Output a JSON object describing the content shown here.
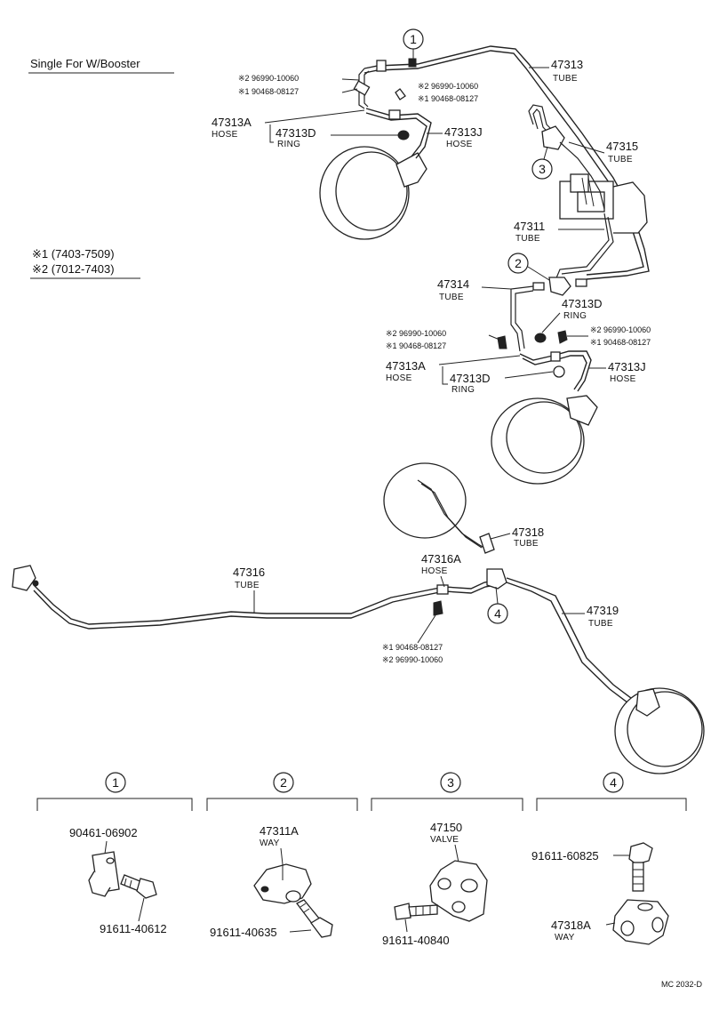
{
  "title": "Single For W/Booster",
  "serials": [
    "※1 (7403-7509)",
    "※2 (7012-7403)"
  ],
  "footer_code": "MC 2032-D",
  "callouts": {
    "c1": "1",
    "c2": "2",
    "c3": "3",
    "c4": "4"
  },
  "labels": {
    "p47313": "47313",
    "p47313_sub": "TUBE",
    "p47315": "47315",
    "p47315_sub": "TUBE",
    "p47311": "47311",
    "p47311_sub": "TUBE",
    "p47314": "47314",
    "p47314_sub": "TUBE",
    "p47313a_top": "47313A",
    "p47313a_top_sub": "HOSE",
    "p47313d_top": "47313D",
    "p47313d_top_sub": "RING",
    "p47313j_top": "47313J",
    "p47313j_top_sub": "HOSE",
    "tl_a1": "※2 96990-10060",
    "tl_a2": "※1 90468-08127",
    "tl_b1": "※2 96990-10060",
    "tl_b2": "※1 90468-08127",
    "p47313d_mid": "47313D",
    "p47313d_mid_sub": "RING",
    "ml_a1": "※2 96990-10060",
    "ml_a2": "※1 90468-08127",
    "mr_a1": "※2 96990-10060",
    "mr_a2": "※1 90468-08127",
    "p47313a_mid": "47313A",
    "p47313a_mid_sub": "HOSE",
    "p47313d_mid2": "47313D",
    "p47313d_mid2_sub": "RING",
    "p47313j_mid": "47313J",
    "p47313j_mid_sub": "HOSE",
    "p47318": "47318",
    "p47318_sub": "TUBE",
    "p47316a": "47316A",
    "p47316a_sub": "HOSE",
    "p47316": "47316",
    "p47316_sub": "TUBE",
    "p47319": "47319",
    "p47319_sub": "TUBE",
    "bl_a1": "※1 90468-08127",
    "bl_a2": "※2 96990-10060"
  },
  "details": [
    {
      "num": "1",
      "parts": [
        "90461-06902",
        "91611-40612"
      ]
    },
    {
      "num": "2",
      "parts": [
        "47311A",
        "WAY",
        "91611-40635"
      ]
    },
    {
      "num": "3",
      "parts": [
        "47150",
        "VALVE",
        "91611-40840"
      ]
    },
    {
      "num": "4",
      "parts": [
        "91611-60825",
        "47318A",
        "WAY"
      ]
    }
  ]
}
